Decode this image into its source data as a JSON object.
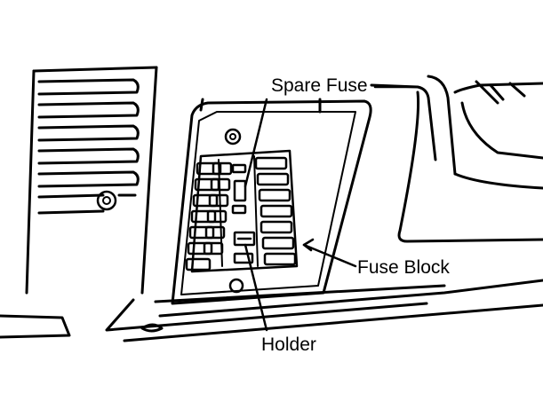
{
  "labels": {
    "spare_fuse": "Spare Fuse",
    "fuse_block": "Fuse Block",
    "holder": "Holder"
  },
  "colors": {
    "ink": "#000000",
    "paper": "#ffffff"
  }
}
